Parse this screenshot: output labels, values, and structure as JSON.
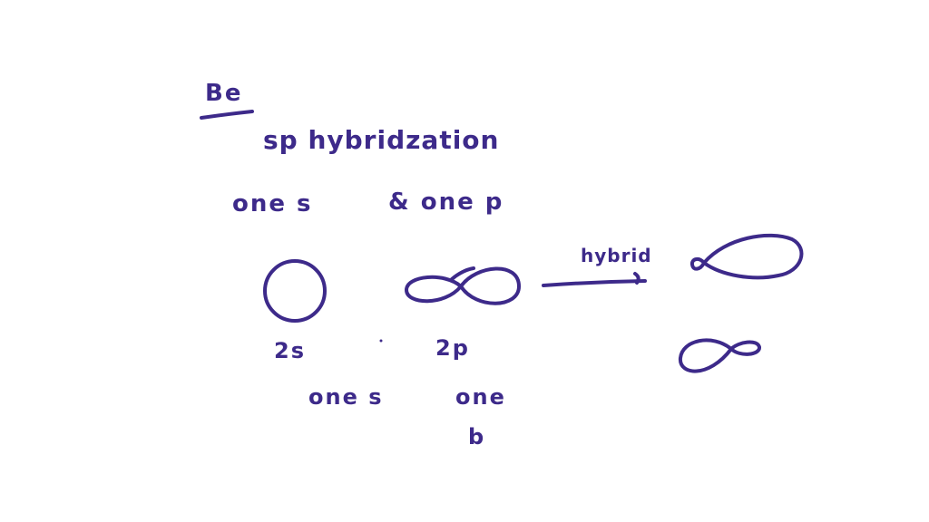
{
  "notes": {
    "element": "Be",
    "title": "sp hybridzation",
    "one_s": "one  s",
    "one_p": "& one p",
    "hybrid_label": "hybrid",
    "label_2s": "2s",
    "label_2p": "2p",
    "one_s_bottom": "one s",
    "one_bottom": "one",
    "b_bottom": "b"
  },
  "colors": {
    "ink": "#3d2a8a",
    "background": "#ffffff"
  }
}
